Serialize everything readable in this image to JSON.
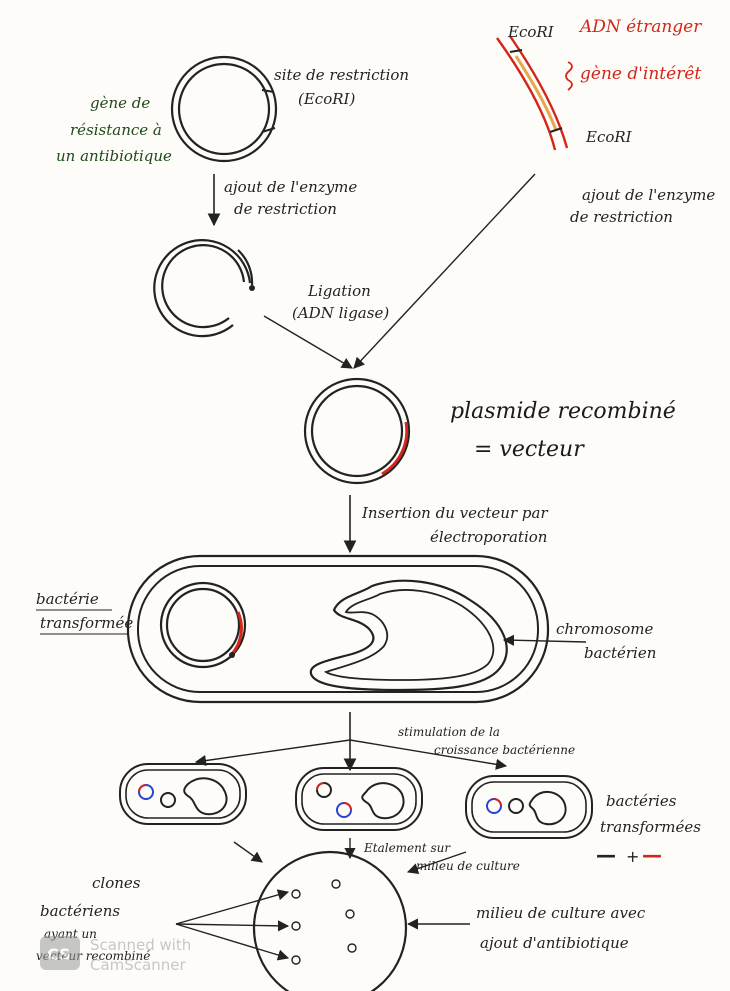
{
  "colors": {
    "ink": "#222222",
    "foreign_dna": "#d3261b",
    "green_label": "#1f4a1a",
    "blue_plasmid": "#2a43c9"
  },
  "plasmid": {
    "restriction_site_line1": "site de restriction",
    "restriction_site_line2": "(EcoRI)",
    "resistance_gene_line1": "gène de",
    "resistance_gene_line2": "résistance à",
    "resistance_gene_line3": "un antibiotique",
    "enzyme_step_line1": "ajout de l'enzyme",
    "enzyme_step_line2": "de restriction"
  },
  "foreign": {
    "title": "ADN étranger",
    "ecori_top": "EcoRI",
    "ecori_bottom": "EcoRI",
    "gene_label": "gène d'intérêt",
    "enzyme_step_line1": "ajout de l'enzyme",
    "enzyme_step_line2": "de restriction"
  },
  "ligation": {
    "line1": "Ligation",
    "line2": "(ADN ligase)"
  },
  "recombinant": {
    "line1": "plasmide recombiné",
    "line2": "= vecteur"
  },
  "insertion": {
    "line1": "Insertion du vecteur par",
    "line2": "électroporation"
  },
  "bacterium": {
    "label_line1": "bactérie",
    "label_line2": "transformée",
    "chromosome_line1": "chromosome",
    "chromosome_line2": "bactérien"
  },
  "growth": {
    "line1": "stimulation de la",
    "line2": "croissance bactérienne"
  },
  "transformed": {
    "line1": "bactéries",
    "line2": "transformées",
    "legend_minus": "—",
    "legend_plus": "+",
    "legend_minus2": "—"
  },
  "plating": {
    "line1": "Etalement sur",
    "line2": "milieu de culture"
  },
  "clones": {
    "line1": "clones",
    "line2": "bactériens",
    "line3": "ayant un",
    "line4": "vecteur recombiné"
  },
  "medium": {
    "line1": "milieu de culture avec",
    "line2": "ajout d'antibiotique"
  },
  "watermark": {
    "badge": "CS",
    "line1": "Scanned with",
    "line2": "CamScanner"
  }
}
